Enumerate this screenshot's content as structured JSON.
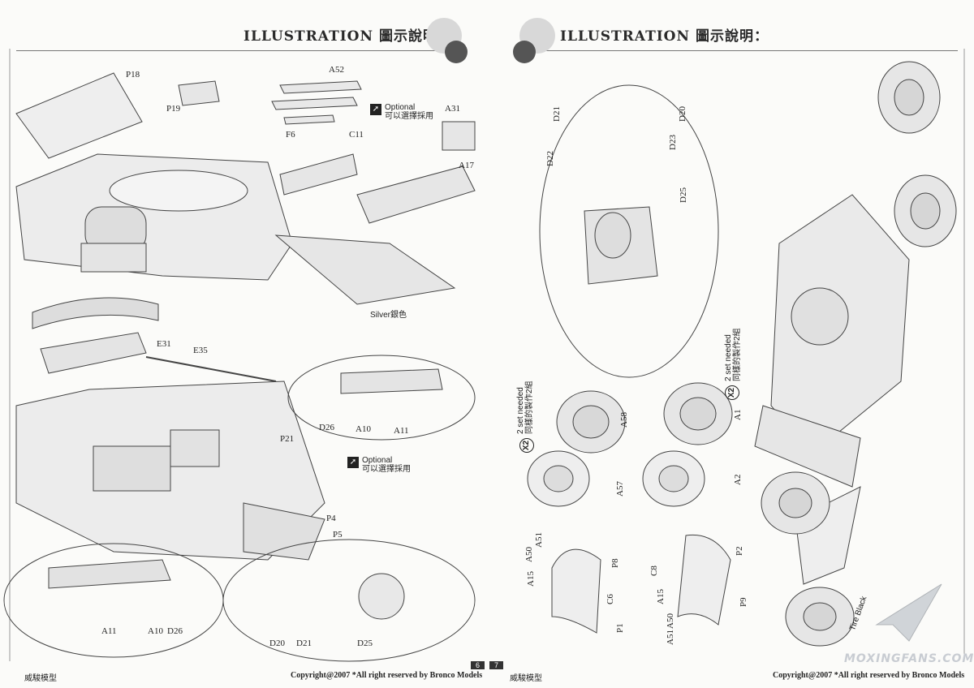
{
  "header": {
    "left_title": "ILLUSTRATION",
    "left_subtitle": "圖示說明：",
    "right_title": "ILLUSTRATION",
    "right_subtitle": "圖示說明："
  },
  "notes": {
    "optional_en": "Optional",
    "optional_zh": "可以選擇採用",
    "silver": "Silver銀色",
    "two_set_en": "2 set needed",
    "two_set_zh": "同樣的製作2組",
    "x2": "X2",
    "tire_black": "Tire Black"
  },
  "labels": {
    "P18": "P18",
    "P19": "P19",
    "A52": "A52",
    "F6": "F6",
    "C11": "C11",
    "A31": "A31",
    "A17": "A17",
    "E31": "E31",
    "E35": "E35",
    "D26": "D26",
    "A10": "A10",
    "A11": "A11",
    "P21": "P21",
    "P4": "P4",
    "P5": "P5",
    "D20": "D20",
    "D21": "D21",
    "D25": "D25",
    "D22": "D22",
    "D23": "D23",
    "A58": "A58",
    "A57": "A57",
    "A1": "A1",
    "A2": "A2",
    "A51": "A51",
    "A50": "A50",
    "A15": "A15",
    "P8": "P8",
    "C6": "C6",
    "P1": "P1",
    "C8": "C8",
    "P2": "P2",
    "P9": "P9"
  },
  "footer": {
    "left_brand": "威駿模型",
    "left_copyright": "Copyright@2007  *All right reserved by Bronco Models",
    "right_brand": "威駿模型",
    "right_copyright": "Copyright@2007  *All right reserved by Bronco Models",
    "page_left": "6",
    "page_right": "7"
  },
  "watermark": "MOXINGFANS.COM"
}
